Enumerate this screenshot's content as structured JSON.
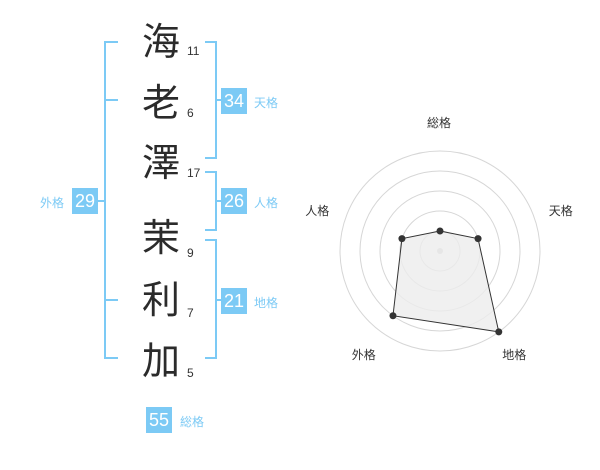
{
  "name": {
    "characters": [
      {
        "char": "海",
        "strokes": "11"
      },
      {
        "char": "老",
        "strokes": "6"
      },
      {
        "char": "澤",
        "strokes": "17"
      },
      {
        "char": "茉",
        "strokes": "9"
      },
      {
        "char": "利",
        "strokes": "7"
      },
      {
        "char": "加",
        "strokes": "5"
      }
    ]
  },
  "fortune": {
    "tenkaku": {
      "label": "天格",
      "value": "34"
    },
    "jinkaku": {
      "label": "人格",
      "value": "26"
    },
    "chikaku": {
      "label": "地格",
      "value": "21"
    },
    "gaikaku": {
      "label": "外格",
      "value": "29"
    },
    "soukaku": {
      "label": "総格",
      "value": "55"
    }
  },
  "chart_data": {
    "type": "radar",
    "axes": [
      "総格",
      "天格",
      "地格",
      "外格",
      "人格"
    ],
    "values": [
      1,
      2,
      5,
      4,
      2
    ],
    "max": 5,
    "colors": {
      "bracket": "#7ccaf5",
      "fill": "#ececec",
      "line": "#333333"
    }
  }
}
